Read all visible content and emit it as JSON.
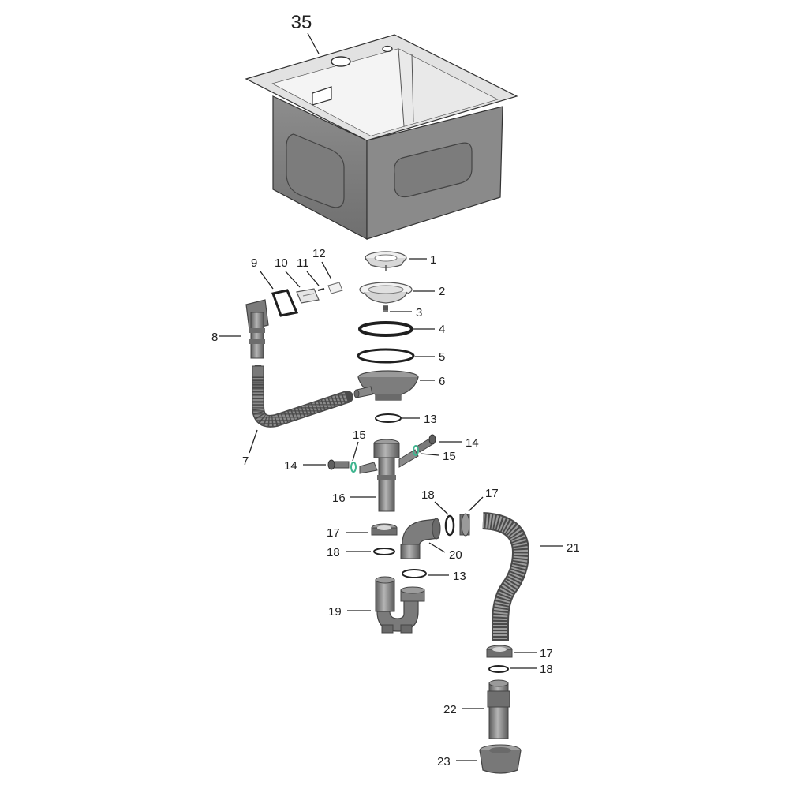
{
  "labels": {
    "sink": "35",
    "p1": "1",
    "p2": "2",
    "p3": "3",
    "p4": "4",
    "p5": "5",
    "p6": "6",
    "p7": "7",
    "p8": "8",
    "p9": "9",
    "p10": "10",
    "p11": "11",
    "p12": "12",
    "p13a": "13",
    "p13b": "13",
    "p14a": "14",
    "p14b": "14",
    "p15a": "15",
    "p15b": "15",
    "p16": "16",
    "p17a": "17",
    "p17b": "17",
    "p17c": "17",
    "p18a": "18",
    "p18b": "18",
    "p18c": "18",
    "p19": "19",
    "p20": "20",
    "p21": "21",
    "p22": "22",
    "p23": "23"
  },
  "colors": {
    "steel_dark": "#7a7a7a",
    "steel_mid": "#9a9a9a",
    "steel_light": "#c8c8c8",
    "pipe_dark": "#5e5e5e",
    "pipe_mid": "#8a8a8a",
    "seal_green": "#3fb58f",
    "ink": "#222222"
  }
}
